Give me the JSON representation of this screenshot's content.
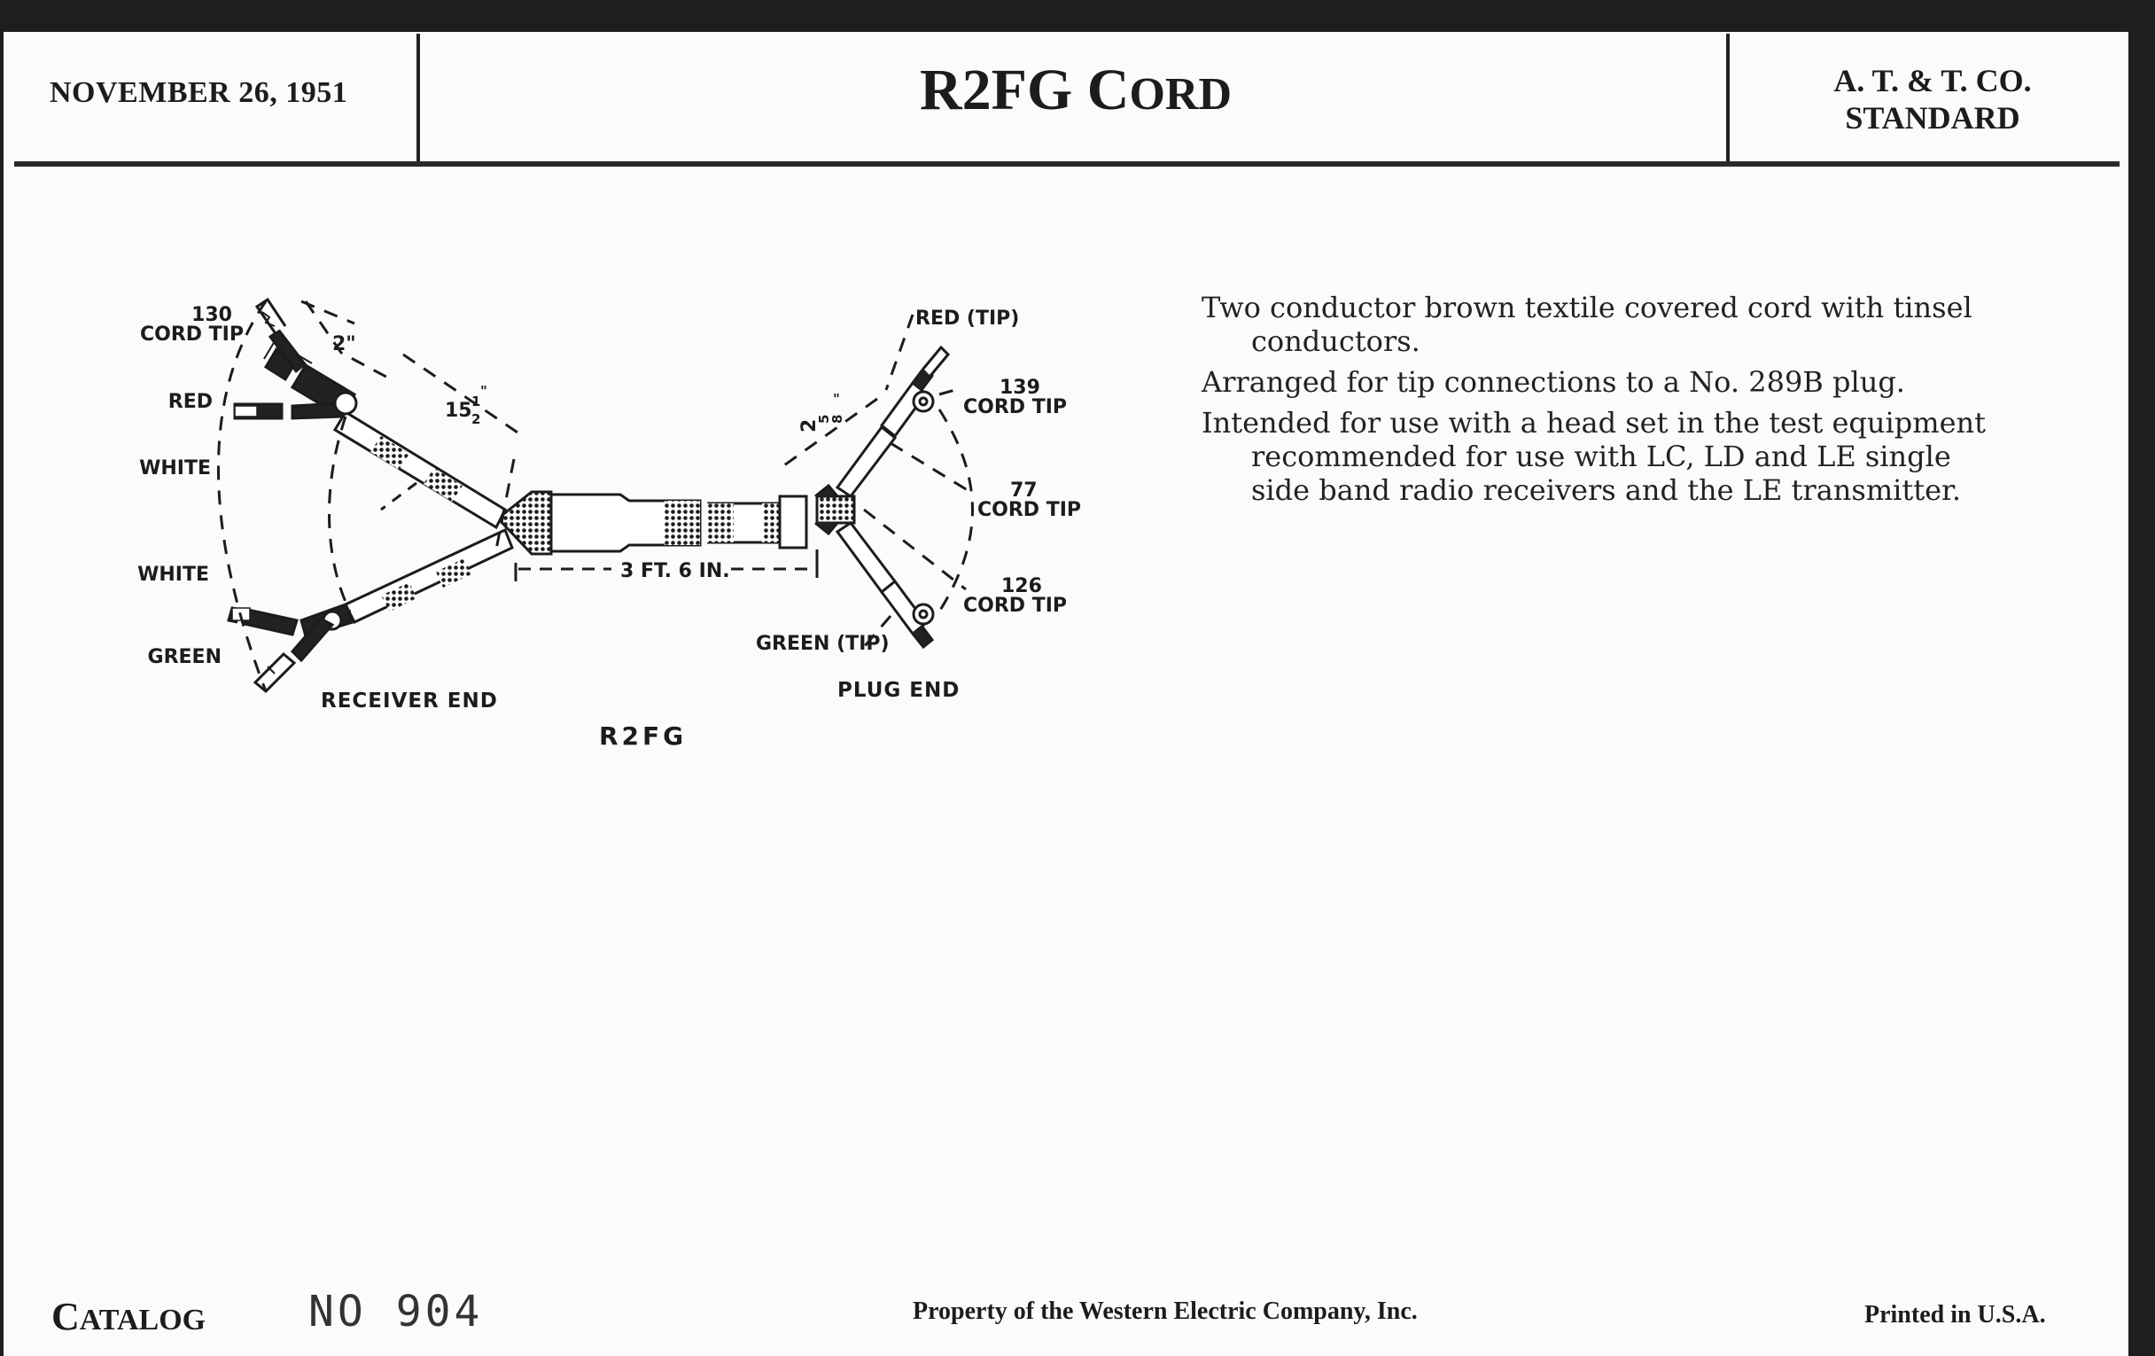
{
  "header": {
    "date": "NOVEMBER 26, 1951",
    "title": "R2FG Cord",
    "title_prefix": "R2FG",
    "title_word_initial": "C",
    "title_word_rest": "ORD",
    "standard_line1": "A. T. & T. CO.",
    "standard_line2": "STANDARD"
  },
  "description": [
    "Two conductor brown textile covered cord with tinsel conductors.",
    "Arranged for tip connections to a No. 289B plug.",
    "Intended for use with a head set in the test equipment recommended for use with LC, LD and LE single side band radio receivers and the LE transmitter."
  ],
  "diagram": {
    "caption": "R2FG",
    "receiver_end": {
      "label": "RECEIVER END",
      "tip_number": "130",
      "tip_label": "CORD TIP",
      "leads": [
        "RED",
        "WHITE",
        "WHITE",
        "GREEN"
      ],
      "dim_tip": "2\"",
      "dim_branch_whole": "15",
      "dim_branch_num": "1",
      "dim_branch_den": "2",
      "dim_branch_inch": "\""
    },
    "cord_length": "3 FT. 6 IN.",
    "plug_end": {
      "label": "PLUG END",
      "lead_top": "RED (TIP)",
      "lead_bottom": "GREEN (TIP)",
      "dim_whole": "2",
      "dim_num": "5",
      "dim_den": "8",
      "dim_inch": "\"",
      "tips": [
        {
          "number": "139",
          "label": "CORD TIP"
        },
        {
          "number": "77",
          "label": "CORD TIP"
        },
        {
          "number": "126",
          "label": "CORD TIP"
        }
      ]
    }
  },
  "footer": {
    "catalog_initial": "C",
    "catalog_rest": "ATALOG",
    "catalog_no": "NO 904",
    "property": "Property of the Western Electric Company, Inc.",
    "printed": "Printed in U.S.A."
  },
  "colors": {
    "paper": "#fbfbfa",
    "ink": "#1c1c1c",
    "background": "#1e1e1e"
  }
}
